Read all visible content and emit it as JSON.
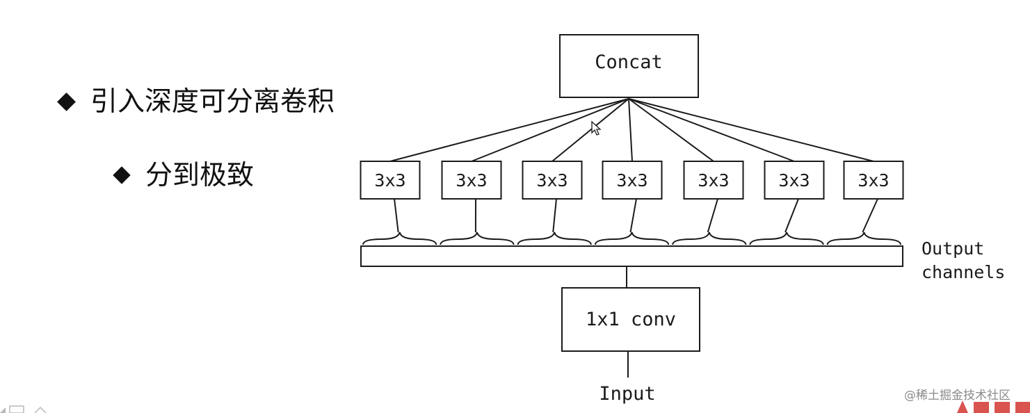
{
  "slide": {
    "bullets": [
      {
        "level": 1,
        "text": "引入深度可分离卷积"
      },
      {
        "level": 2,
        "text": "分到极致"
      }
    ]
  },
  "diagram": {
    "concat_label": "Concat",
    "branch_labels": [
      "3x3",
      "3x3",
      "3x3",
      "3x3",
      "3x3",
      "3x3",
      "3x3"
    ],
    "channels_label": [
      "Output",
      "channels"
    ],
    "conv_label": "1x1 conv",
    "input_label": "Input"
  },
  "watermark": {
    "text": "@稀土掘金技术社区"
  },
  "colors": {
    "ink": "#111111",
    "watermark": "#8a8a8a",
    "logo_red": "#d9534f"
  }
}
